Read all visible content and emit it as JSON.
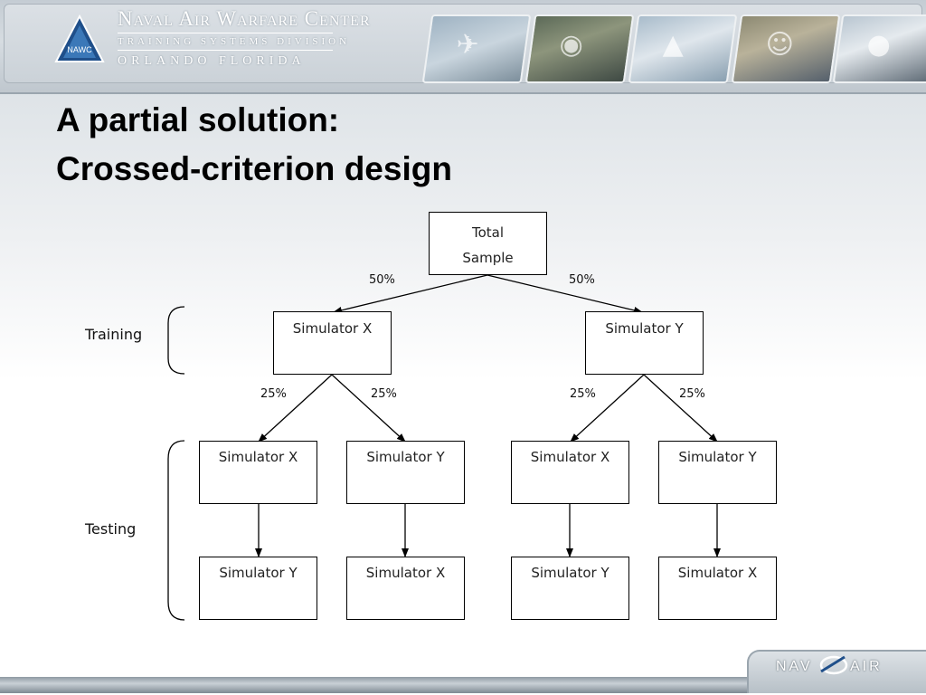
{
  "header": {
    "org_name": "Naval Air Warfare Center",
    "division": "TRAINING SYSTEMS DIVISION",
    "location": "ORLANDO FLORIDA",
    "logo_text": "NAWC"
  },
  "slide": {
    "title_line1": "A partial solution:",
    "title_line2": "Crossed-criterion design"
  },
  "diagram": {
    "root": {
      "line1": "Total",
      "line2": "Sample"
    },
    "phase_labels": {
      "training": "Training",
      "testing": "Testing"
    },
    "edge_labels": {
      "root_left": "50%",
      "root_right": "50%",
      "x_left": "25%",
      "x_right": "25%",
      "y_left": "25%",
      "y_right": "25%"
    },
    "training_nodes": {
      "left": "Simulator X",
      "right": "Simulator Y"
    },
    "testing_first": [
      "Simulator X",
      "Simulator Y",
      "Simulator X",
      "Simulator Y"
    ],
    "testing_second": [
      "Simulator Y",
      "Simulator X",
      "Simulator Y",
      "Simulator X"
    ]
  },
  "footer": {
    "brand_left": "NAV",
    "brand_right": "AIR"
  },
  "colors": {
    "banner": "#cbd2d8",
    "title": "#000000",
    "box_border": "#000000"
  }
}
